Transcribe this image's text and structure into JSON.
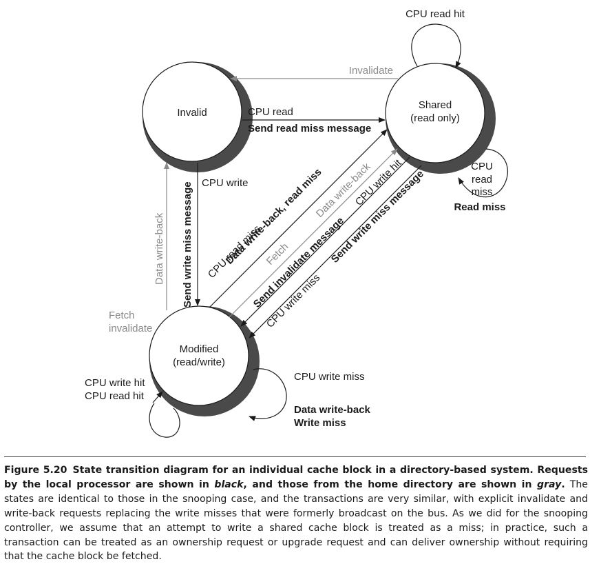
{
  "states": {
    "invalid": {
      "label": "Invalid"
    },
    "shared": {
      "label_1": "Shared",
      "label_2": "(read only)"
    },
    "modified": {
      "label_1": "Modified",
      "label_2": "(read/write)"
    }
  },
  "transitions": {
    "shared_self_top": "CPU read hit",
    "shared_to_invalid": "Invalidate",
    "invalid_to_shared_1": "CPU read",
    "invalid_to_shared_2": "Send read miss message",
    "shared_self_right_1": "CPU",
    "shared_self_right_2": "read",
    "shared_self_right_3": "miss",
    "shared_self_right_4": "Read miss",
    "invalid_to_modified_1": "CPU write",
    "invalid_to_modified_2": "Send write miss message",
    "modified_to_invalid_1": "Data write-back",
    "modified_to_invalid_2": "Fetch",
    "modified_to_invalid_3": "invalidate",
    "modified_to_shared_1": "CPU read miss",
    "modified_to_shared_2": "Data write-back, read miss",
    "modified_to_shared_3": "Fetch",
    "modified_to_shared_4": "Data write-back",
    "shared_to_modified_1": "Send invalidate message",
    "shared_to_modified_2": "CPU write hit",
    "shared_to_modified_3": "CPU write miss",
    "shared_to_modified_4": "Send write miss message",
    "modified_self_left_1": "CPU write hit",
    "modified_self_left_2": "CPU read hit",
    "modified_self_right_1": "CPU write miss",
    "modified_self_right_2": "Data write-back",
    "modified_self_right_3": "Write miss"
  },
  "caption": {
    "figure_number": "Figure 5.20",
    "bold_text": "State transition diagram for an individual cache block in a directory-based system. Requests by the local processor are shown in",
    "bold_em_1": "black",
    "bold_mid": ", and those from the home directory are shown in",
    "bold_em_2": "gray",
    "bold_end": ".",
    "body": "The states are identical to those in the snooping case, and the transactions are very similar, with explicit invalidate and write-back requests replacing the write misses that were formerly broadcast on the bus. As we did for the snooping controller, we assume that an attempt to write a shared cache block is treated as a miss; in practice, such a transaction can be treated as an ownership request or upgrade request and can deliver ownership without requiring that the cache block be fetched."
  },
  "colors": {
    "local": "#1a1a1a",
    "directory": "#8a8a8a",
    "state_shadow": "#4a4a4a"
  }
}
